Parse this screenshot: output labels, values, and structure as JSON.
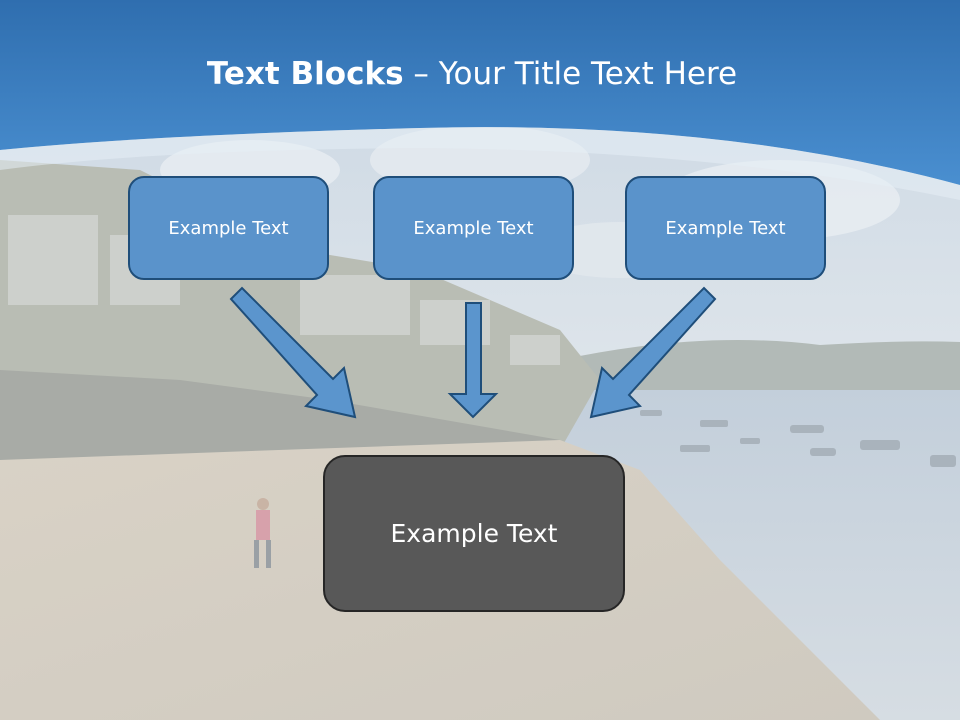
{
  "slide": {
    "title_bold": "Text Blocks",
    "title_dash": " – ",
    "title_rest": "Your Title Text Here",
    "boxes": [
      {
        "label": "Example Text"
      },
      {
        "label": "Example Text"
      },
      {
        "label": "Example Text"
      }
    ],
    "main_box": {
      "label": "Example Text"
    }
  },
  "colors": {
    "header_blue": "#3a7fc4",
    "box_fill": "#5a93cb",
    "box_border": "#1f4e7a",
    "main_box_fill": "#585858",
    "arrow_fill": "#5b95cd"
  }
}
